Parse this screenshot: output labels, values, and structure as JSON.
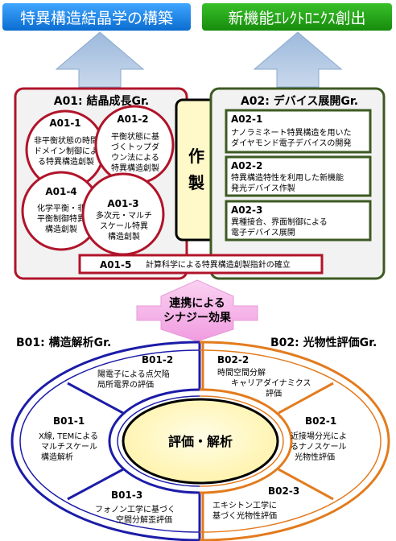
{
  "top_banners": {
    "left": "特異構造結晶学の構築",
    "right": "新機能ｴﾚｸﾄﾛﾆｸｽ創出"
  },
  "a01": {
    "title": "A01: 結晶成長Gr.",
    "circles": [
      {
        "id": "A01-1",
        "lines": [
          "非平衡状態の時間",
          "ドメイン制御によ",
          "る特異構造創製"
        ]
      },
      {
        "id": "A01-2",
        "lines": [
          "平衡状態に基",
          "づくトップダ",
          "ウン法による",
          "特異構造創製"
        ]
      },
      {
        "id": "A01-4",
        "lines": [
          "化学平衡・非",
          "平衡制御特異",
          "構造創製"
        ]
      },
      {
        "id": "A01-3",
        "lines": [
          "多次元・マルチ",
          "スケール特異",
          "構造創製"
        ]
      }
    ],
    "a01_5": {
      "id": "A01-5",
      "text": "計算科学による特異構造創製指針の確立"
    }
  },
  "fabrication": {
    "lines": [
      "作",
      "製"
    ]
  },
  "a02": {
    "title": "A02: デバイス展開Gr.",
    "boxes": [
      {
        "id": "A02-1",
        "lines": [
          "ナノラミネート特異構造を用いた",
          "ダイヤモンド電子デバイスの開発"
        ]
      },
      {
        "id": "A02-2",
        "lines": [
          "特異構造特性を利用した新機能",
          "発光デバイス作製"
        ]
      },
      {
        "id": "A02-3",
        "lines": [
          "異種接合、界面制御による",
          "電子デバイス展開"
        ]
      }
    ]
  },
  "synergy": {
    "lines": [
      "連携による",
      "シナジー効果"
    ]
  },
  "b01": {
    "title": "B01: 構造解析Gr.",
    "segments": [
      {
        "id": "B01-2",
        "lines": [
          "陽電子による点欠陥",
          "局所電界の評価"
        ]
      },
      {
        "id": "B01-1",
        "lines": [
          "X線, TEMによる",
          "マルチスケール",
          "構造解析"
        ]
      },
      {
        "id": "B01-3",
        "lines": [
          "フォノン工学に基づく",
          "空間分解歪評価"
        ]
      }
    ]
  },
  "b02": {
    "title": "B02: 光物性評価Gr.",
    "segments": [
      {
        "id": "B02-2",
        "lines": [
          "時間空間分解",
          "キャリアダイナミクス",
          "評価"
        ]
      },
      {
        "id": "B02-1",
        "lines": [
          "近接場分光によ",
          "るナノスケール",
          "光物性評価"
        ]
      },
      {
        "id": "B02-3",
        "lines": [
          "エキシトン工学に",
          "基づく光物性評価"
        ]
      }
    ]
  },
  "center": {
    "label": "評価・解析"
  },
  "colors": {
    "banner_blue": "#0b7fe6",
    "banner_green": "#1fa012",
    "crimson": "#b0142a",
    "olive": "#3c5a22",
    "navy": "#1c1ca8",
    "orange": "#e37b1e",
    "yellow": "#fff8c8",
    "pink": "#f6b4e6"
  }
}
